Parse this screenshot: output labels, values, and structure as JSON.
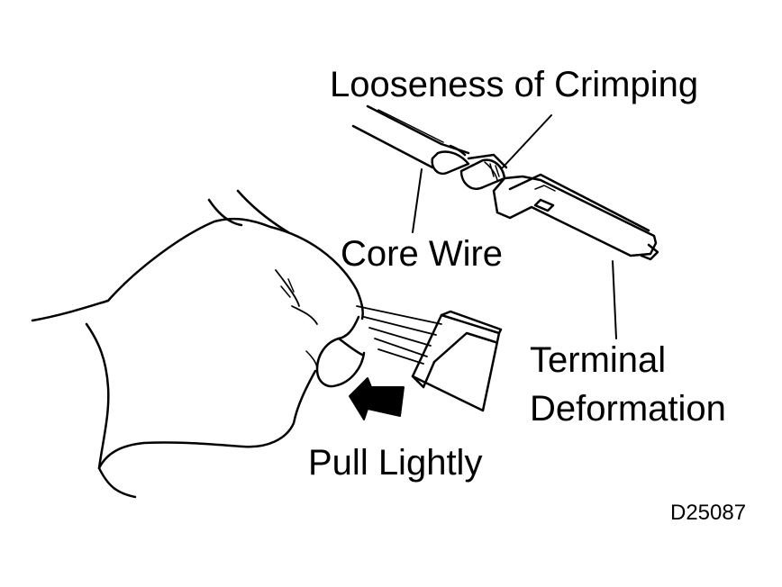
{
  "labels": {
    "looseness": "Looseness of Crimping",
    "core_wire": "Core Wire",
    "terminal_line1": "Terminal",
    "terminal_line2": "Deformation",
    "pull": "Pull Lightly",
    "figure_code": "D25087"
  },
  "colors": {
    "ink": "#000000",
    "paper": "#ffffff"
  }
}
